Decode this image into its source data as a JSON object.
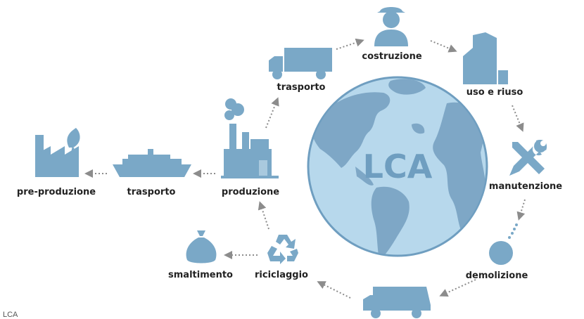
{
  "colors": {
    "icon": "#7aa8c7",
    "icon_light": "#a9c9de",
    "ocean": "#b7d8ec",
    "land": "#7ea7c6",
    "globe_edge": "#6f9ec0",
    "arrow": "#8c8c8c",
    "text": "#222222"
  },
  "globe": {
    "label": "LCA"
  },
  "stages": [
    {
      "id": "pre-produzione",
      "label": "pre-produzione",
      "icon": "factory-leaf-icon"
    },
    {
      "id": "trasporto-ship",
      "label": "trasporto",
      "icon": "cargo-ship-icon"
    },
    {
      "id": "produzione",
      "label": "produzione",
      "icon": "factory-smoke-icon"
    },
    {
      "id": "trasporto-truck",
      "label": "trasporto",
      "icon": "truck-icon"
    },
    {
      "id": "costruzione",
      "label": "costruzione",
      "icon": "worker-icon"
    },
    {
      "id": "uso-e-riuso",
      "label": "uso e riuso",
      "icon": "building-icon"
    },
    {
      "id": "manutenzione",
      "label": "manutenzione",
      "icon": "tools-icon"
    },
    {
      "id": "demolizione",
      "label": "demolizione",
      "icon": "wrecking-ball-icon"
    },
    {
      "id": "dump-truck",
      "label": "",
      "icon": "dump-truck-icon"
    },
    {
      "id": "riciclaggio",
      "label": "riciclaggio",
      "icon": "recycle-icon"
    },
    {
      "id": "smaltimento",
      "label": "smaltimento",
      "icon": "garbage-bag-icon"
    }
  ],
  "caption": "LCA"
}
